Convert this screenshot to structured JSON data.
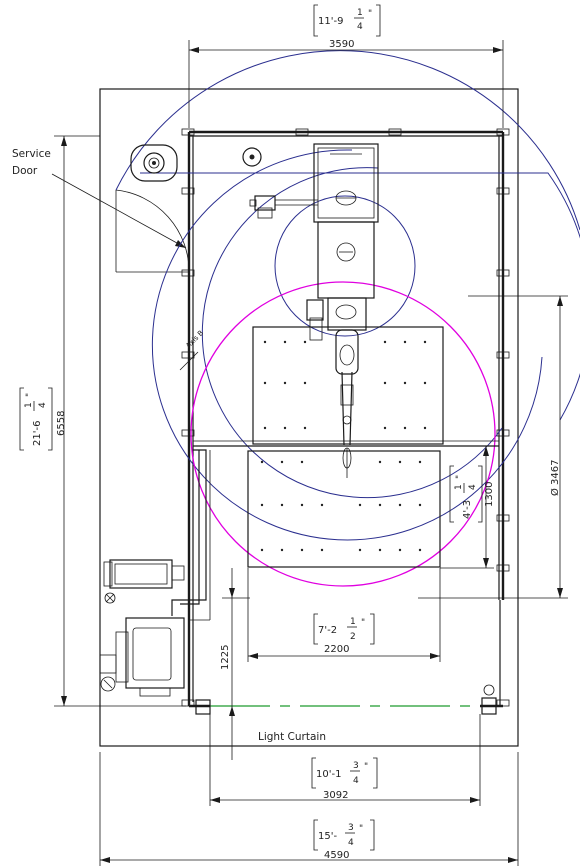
{
  "dimensions": {
    "top_width": {
      "imperial_whole": "11'-9",
      "frac_num": "1",
      "frac_den": "4",
      "metric": "3590"
    },
    "overall_width": {
      "imperial_whole": "15'-",
      "frac_num": "3",
      "frac_den": "4",
      "metric": "4590"
    },
    "curtain_width": {
      "imperial_whole": "10'-1",
      "frac_num": "3",
      "frac_den": "4",
      "metric": "3092"
    },
    "table_width": {
      "imperial_whole": "7'-2",
      "frac_num": "1",
      "frac_den": "2",
      "metric": "2200"
    },
    "overall_height": {
      "imperial_whole": "21'-6",
      "frac_num": "1",
      "frac_den": "4",
      "metric": "6558"
    },
    "table_height": {
      "imperial_whole": "4'-3",
      "frac_num": "1",
      "frac_den": "4",
      "metric": "1300"
    },
    "table_offset": {
      "metric": "1225"
    },
    "reach_diameter": {
      "text": "Ø 3467"
    }
  },
  "labels": {
    "service_door_line1": "Service",
    "service_door_line2": "Door",
    "light_curtain": "Light Curtain",
    "axis_b": "Axis B"
  }
}
